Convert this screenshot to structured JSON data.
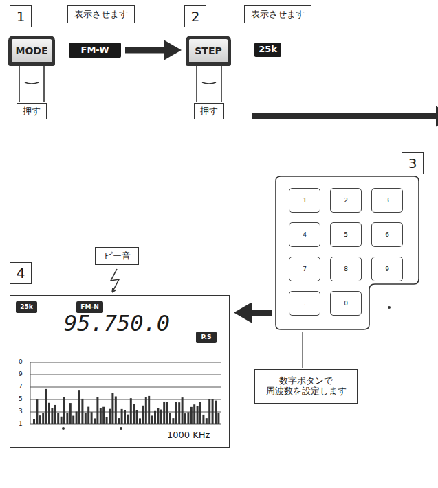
{
  "diagram": {
    "nodes": [
      {
        "text": [
          "1"
        ]
      },
      {
        "text": [
          "MODE"
        ]
      },
      {
        "text": [
          "表示させます"
        ]
      },
      {
        "text": [
          "FM-W"
        ]
      },
      {
        "text": [
          "押す"
        ]
      },
      {
        "text": [
          "2"
        ]
      },
      {
        "text": [
          "STEP"
        ]
      },
      {
        "text": [
          "表示させます"
        ]
      },
      {
        "text": [
          "25k"
        ]
      },
      {
        "text": [
          "押す"
        ]
      },
      {
        "text": [
          "ピー音"
        ]
      },
      {
        "text": [
          "4"
        ]
      },
      {
        "text": [
          "95.750.0",
          "0",
          "9",
          "7",
          "5",
          "3",
          "1",
          "1000 KHz"
        ]
      },
      {
        "text": [
          "25k"
        ],
        "in": 12
      },
      {
        "text": [
          "FM-N"
        ],
        "in": 12
      },
      {
        "text": [
          "P.S"
        ],
        "in": 12
      },
      {
        "text": [
          "3"
        ]
      },
      {
        "text": [
          "1",
          "2",
          "3",
          "4",
          "5",
          "6",
          "7",
          "8",
          "9",
          ".",
          "0"
        ]
      },
      {
        "text": [
          "数字ボタンで 周波数を設定します"
        ]
      }
    ],
    "edges": [
      {
        "from": 3,
        "to": 6,
        "arrow": "to"
      },
      {
        "from": 8,
        "to": 17,
        "arrow": "to"
      },
      {
        "from": 17,
        "to": 12,
        "arrow": "to"
      }
    ]
  }
}
